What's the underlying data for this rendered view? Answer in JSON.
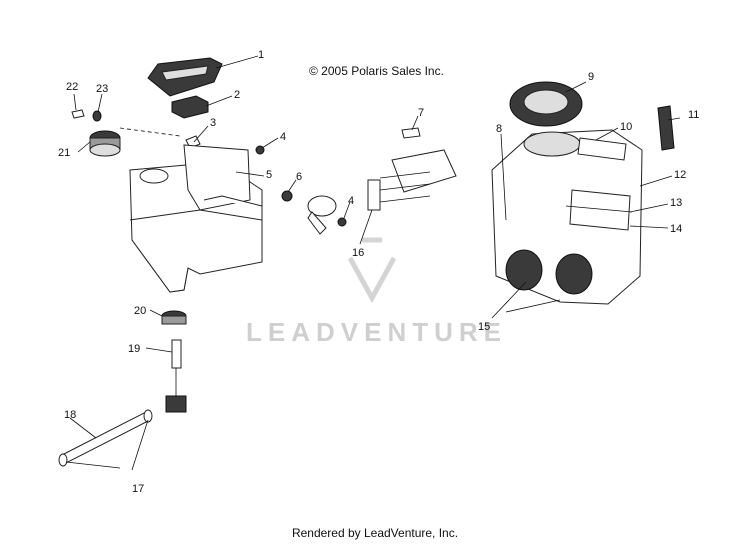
{
  "copyright": "© 2005 Polaris Sales Inc.",
  "watermark": "LEADVENTURE",
  "footer": "Rendered by LeadVenture, Inc.",
  "callouts": [
    "1",
    "2",
    "3",
    "4",
    "5",
    "6",
    "7",
    "8",
    "9",
    "10",
    "11",
    "12",
    "13",
    "14",
    "15",
    "16",
    "17",
    "18",
    "19",
    "20",
    "21",
    "22",
    "23",
    "4"
  ]
}
